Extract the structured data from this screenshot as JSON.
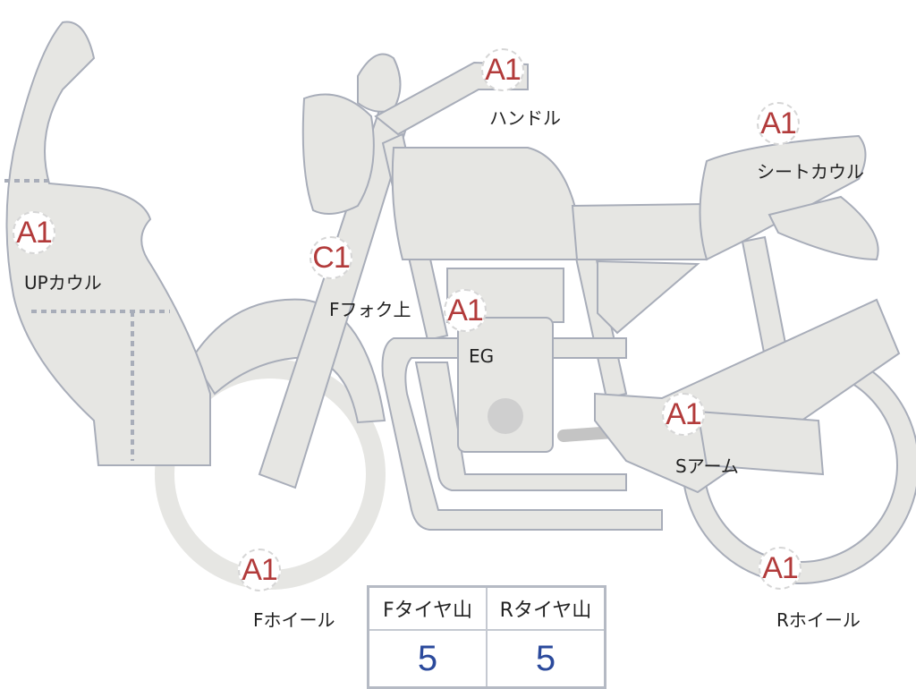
{
  "colors": {
    "badge_text": "#b23b3b",
    "part_fill": "#e6e6e3",
    "part_stroke": "#a8adb9",
    "value_text": "#2b4a9c"
  },
  "parts": [
    {
      "id": "handle",
      "grade": "A1",
      "label": "ハンドル"
    },
    {
      "id": "seat-cowl",
      "grade": "A1",
      "label": "シートカウル"
    },
    {
      "id": "up-cowl",
      "grade": "A1",
      "label": "UPカウル"
    },
    {
      "id": "front-fork-upper",
      "grade": "C1",
      "label": "Fフォク上"
    },
    {
      "id": "engine",
      "grade": "A1",
      "label": "EG"
    },
    {
      "id": "swing-arm",
      "grade": "A1",
      "label": "Sアーム"
    },
    {
      "id": "front-wheel",
      "grade": "A1",
      "label": "Fホイール"
    },
    {
      "id": "rear-wheel",
      "grade": "A1",
      "label": "Rホイール"
    }
  ],
  "tire_table": {
    "headers": [
      "Fタイヤ山",
      "Rタイヤ山"
    ],
    "values": [
      "5",
      "5"
    ]
  }
}
